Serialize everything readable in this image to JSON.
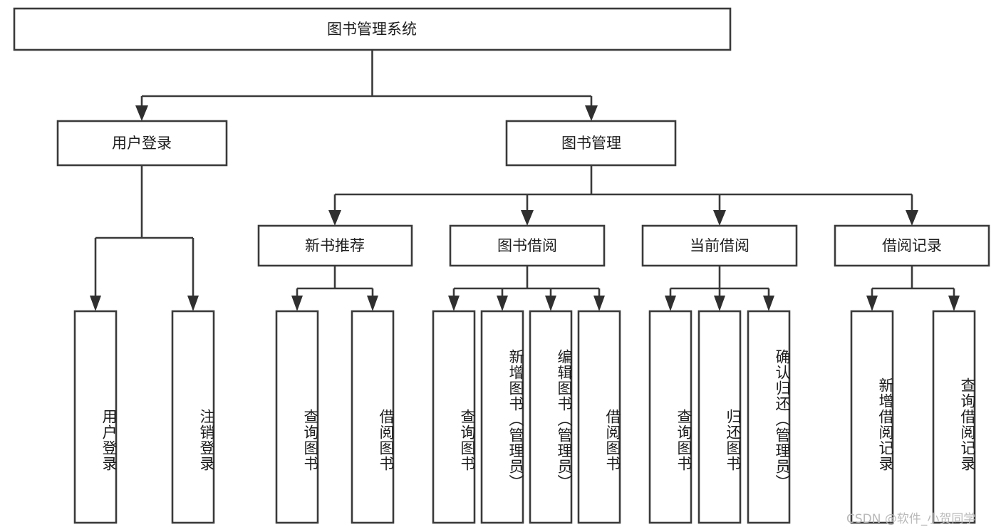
{
  "diagram": {
    "type": "tree",
    "orientation": "top-down",
    "root": {
      "id": "root",
      "label": "图书管理系统"
    },
    "level2": [
      {
        "id": "user-login",
        "label": "用户登录"
      },
      {
        "id": "book-manage",
        "label": "图书管理"
      }
    ],
    "level3": [
      {
        "id": "new-book-rec",
        "label": "新书推荐",
        "parent": "book-manage"
      },
      {
        "id": "book-borrow",
        "label": "图书借阅",
        "parent": "book-manage"
      },
      {
        "id": "current-borrow",
        "label": "当前借阅",
        "parent": "book-manage"
      },
      {
        "id": "borrow-record",
        "label": "借阅记录",
        "parent": "book-manage"
      }
    ],
    "leaves": {
      "user_login": [
        {
          "id": "leaf-user-login",
          "label": "用户登录"
        },
        {
          "id": "leaf-user-logout",
          "label": "注销登录"
        }
      ],
      "new_book_rec": [
        {
          "id": "leaf-query-book-1",
          "label": "查询图书"
        },
        {
          "id": "leaf-borrow-book-1",
          "label": "借阅图书"
        }
      ],
      "book_borrow": [
        {
          "id": "leaf-query-book-2",
          "label": "查询图书"
        },
        {
          "id": "leaf-add-book",
          "label": "新增图书（管理员）"
        },
        {
          "id": "leaf-edit-book",
          "label": "编辑图书（管理员）"
        },
        {
          "id": "leaf-borrow-book-2",
          "label": "借阅图书"
        }
      ],
      "current_borrow": [
        {
          "id": "leaf-query-book-3",
          "label": "查询图书"
        },
        {
          "id": "leaf-return-book",
          "label": "归还图书"
        },
        {
          "id": "leaf-confirm-return",
          "label": "确认归还（管理员）"
        }
      ],
      "borrow_record": [
        {
          "id": "leaf-add-record",
          "label": "新增借阅记录"
        },
        {
          "id": "leaf-query-record",
          "label": "查询借阅记录"
        }
      ]
    }
  },
  "watermark": {
    "text": "CSDN @软件_小贺同学"
  },
  "colors": {
    "box_stroke": "#3a3a3a",
    "box_fill": "#ffffff",
    "connector": "#3a3a3a",
    "text": "#1c1c1c",
    "watermark": "#b9b9b9",
    "background": "#ffffff"
  }
}
